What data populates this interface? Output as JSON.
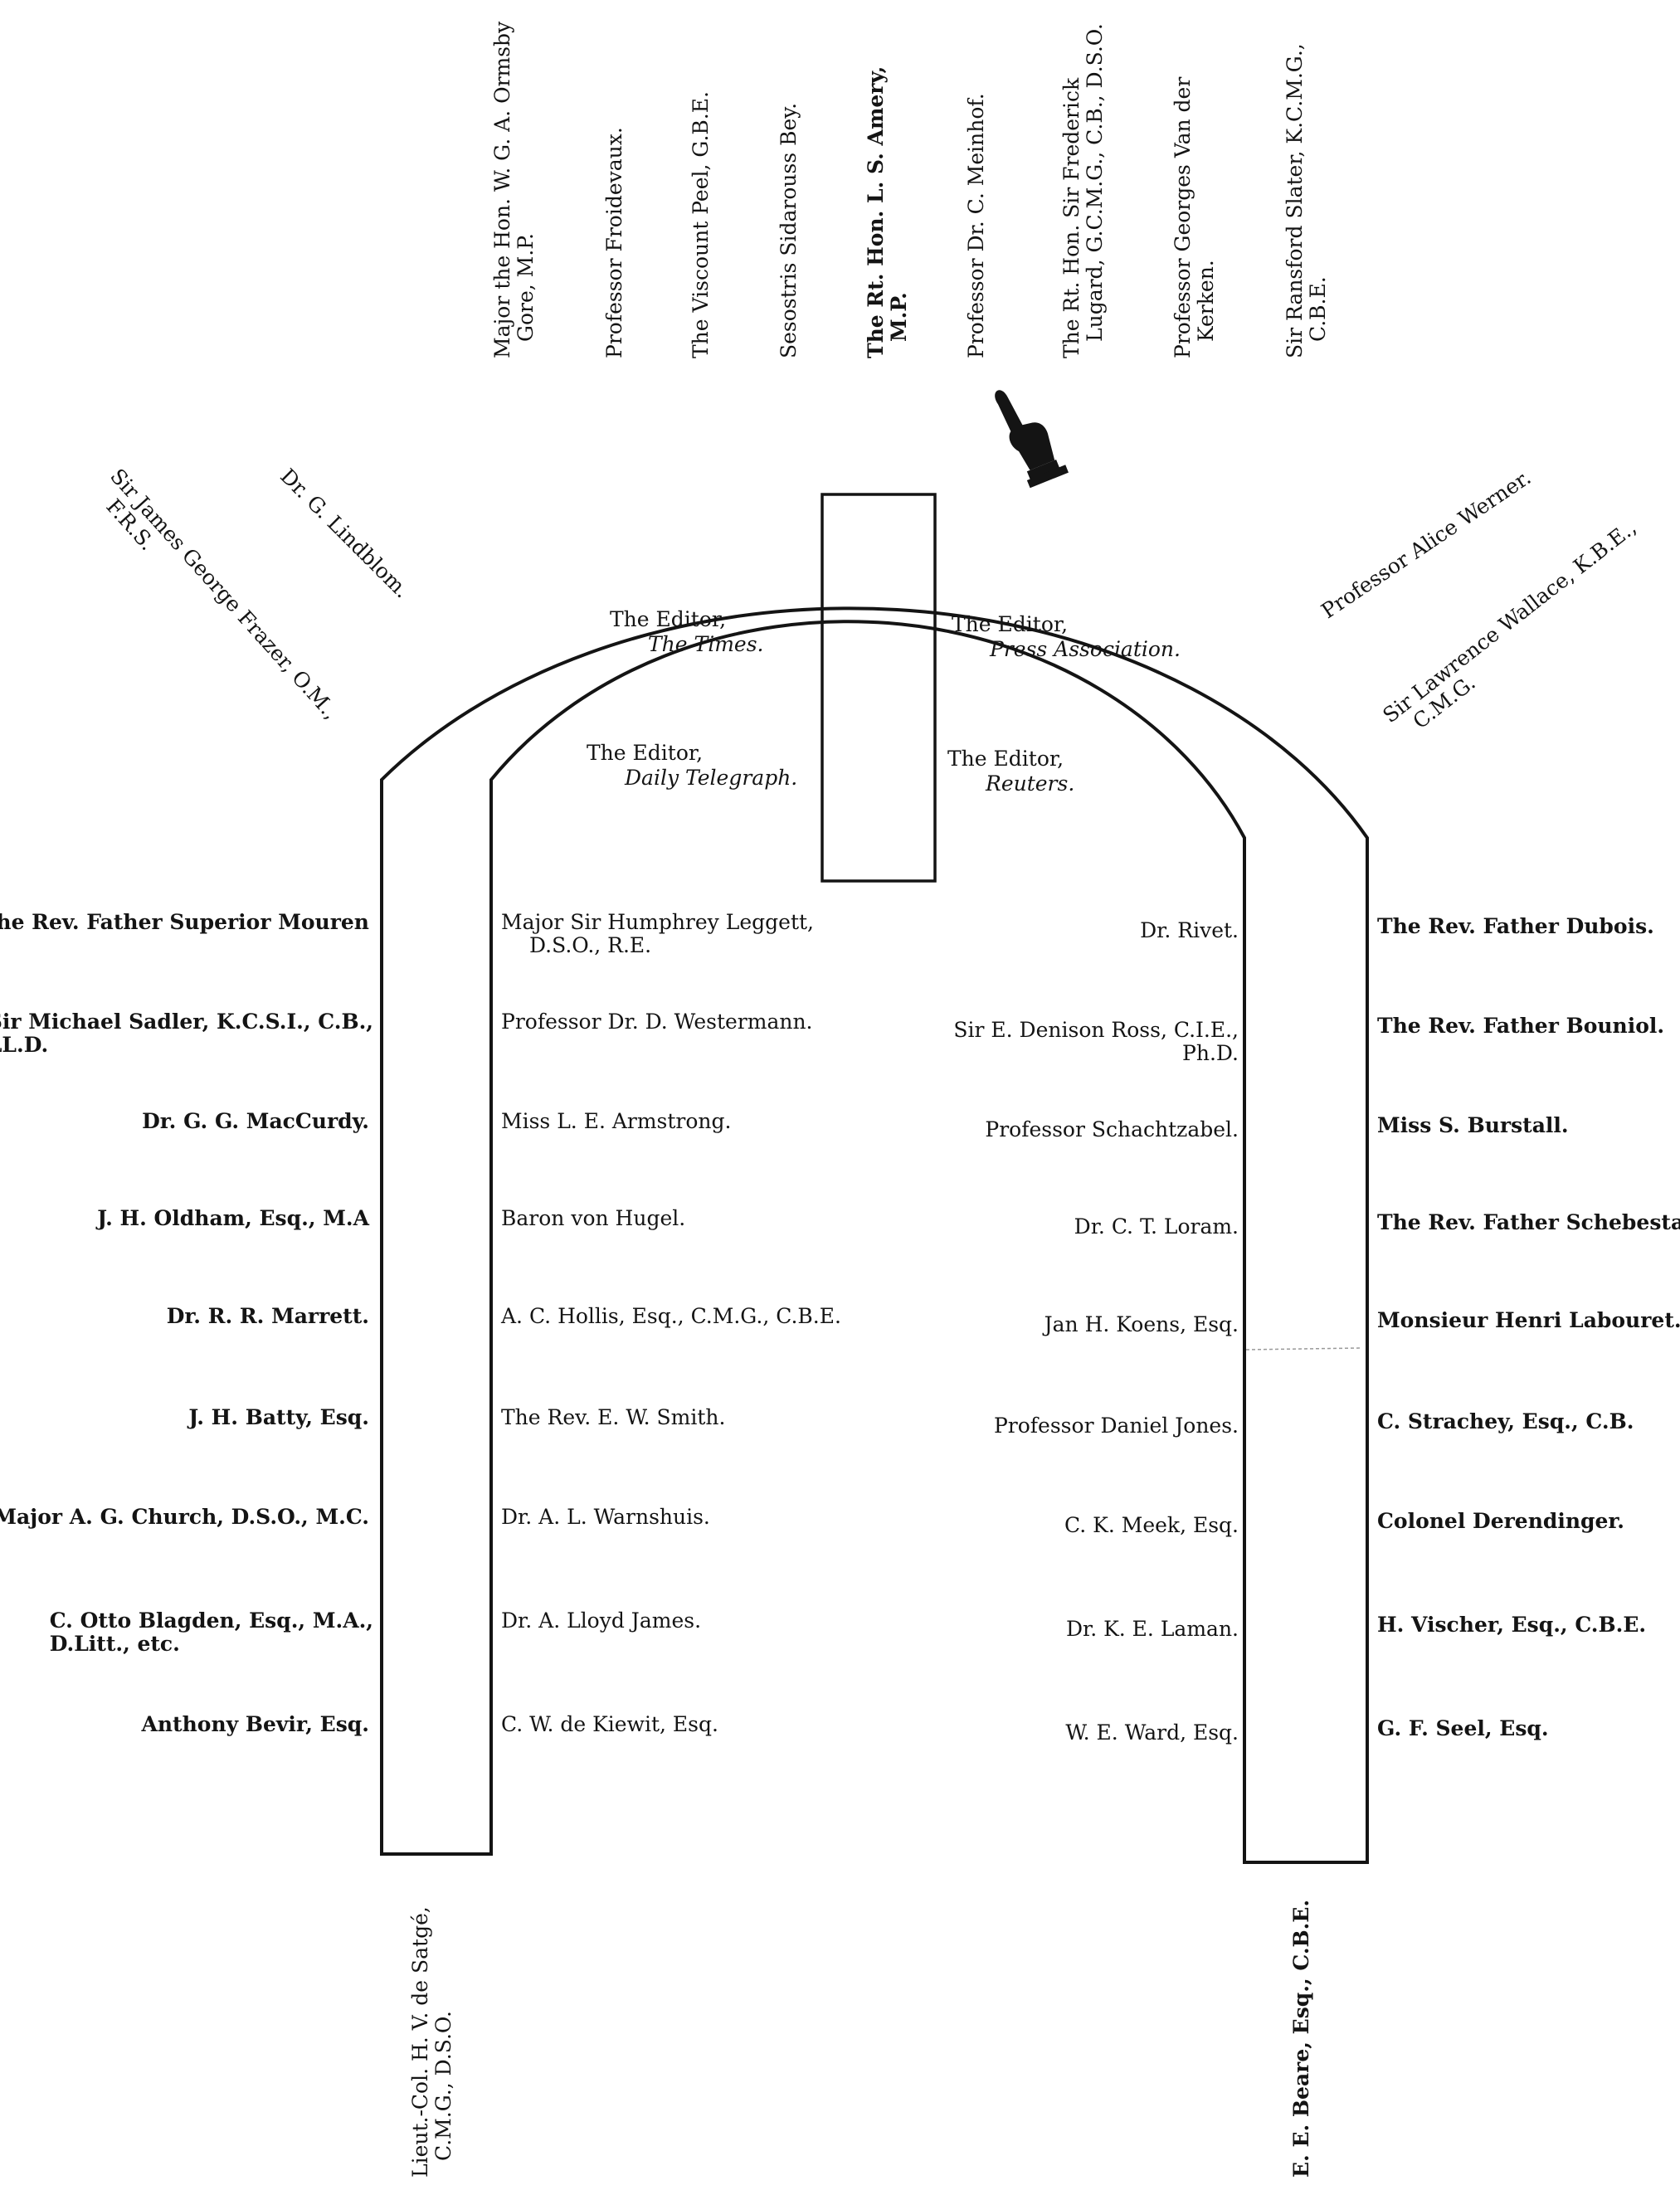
{
  "colors": {
    "ink": "#141414",
    "paper": "#ffffff"
  },
  "icons": {
    "pointer": "pointing-hand-icon"
  },
  "head_table": [
    "Major the Hon. W. G. A. Ormsby|Gore, M.P.",
    "Professor Froidevaux.",
    "The Viscount Peel, G.B.E.",
    "Sesostris Sidarouss Bey.",
    "The Rt. Hon. L. S. Amery,|M.P.",
    "Professor Dr. C. Meinhof.",
    "The Rt. Hon. Sir Frederick|Lugard, G.C.M.G., C.B., D.S.O.",
    "Professor Georges Van der|Kerken.",
    "Sir Ransford Slater, K.C.M.G.,|C.B.E."
  ],
  "diagonal_left": [
    "Dr. G. Lindblom.",
    "Sir James George Frazer, O.M.,|F.R.S."
  ],
  "diagonal_right": [
    "Professor Alice Werner.",
    "Sir Lawrence Wallace, K.B.E.,|C.M.G."
  ],
  "press_table": [
    {
      "title": "The Editor,",
      "paper": "The Times."
    },
    {
      "title": "The Editor,",
      "paper": "Press Association."
    },
    {
      "title": "The Editor,",
      "paper": "Daily Telegraph."
    },
    {
      "title": "The Editor,",
      "paper": "Reuters."
    }
  ],
  "outer_left": [
    "The Rev. Father Superior Mouren",
    "Sir Michael Sadler, K.C.S.I., C.B.,|LL.D.",
    "Dr. G. G. MacCurdy.",
    "J. H. Oldham, Esq., M.A",
    "Dr. R. R. Marrett.",
    "J. H. Batty, Esq.",
    "Major A. G. Church, D.S.O., M.C.",
    "C. Otto Blagden, Esq., M.A.,|D.Litt., etc.",
    "Anthony Bevir, Esq."
  ],
  "inner_left": [
    "Major Sir Humphrey Leggett,|D.S.O., R.E.",
    "Professor Dr. D. Westermann.",
    "Miss L. E. Armstrong.",
    "Baron von Hugel.",
    "A. C. Hollis, Esq., C.M.G., C.B.E.",
    "The Rev. E. W. Smith.",
    "Dr. A. L. Warnshuis.",
    "Dr. A. Lloyd James.",
    "C. W. de Kiewit, Esq."
  ],
  "inner_right": [
    "Dr. Rivet.",
    "Sir E. Denison Ross, C.I.E.,|Ph.D.",
    "Professor Schachtzabel.",
    "Dr. C. T. Loram.",
    "Jan H. Koens, Esq.",
    "Professor Daniel Jones.",
    "C. K. Meek, Esq.",
    "Dr. K. E. Laman.",
    "W. E. Ward, Esq."
  ],
  "outer_right": [
    "The Rev. Father Dubois.",
    "The Rev. Father Bouniol.",
    "Miss S. Burstall.",
    "The Rev. Father Schebesta.",
    "Monsieur Henri Labouret.",
    "C. Strachey, Esq., C.B.",
    "Colonel Derendinger.",
    "H. Vischer, Esq., C.B.E.",
    "G. F. Seel, Esq."
  ],
  "foot_left": "Lieut.-Col. H. V. de Satgé,|C.M.G., D.S.O.",
  "foot_right": "E. E. Beare, Esq., C.B.E."
}
